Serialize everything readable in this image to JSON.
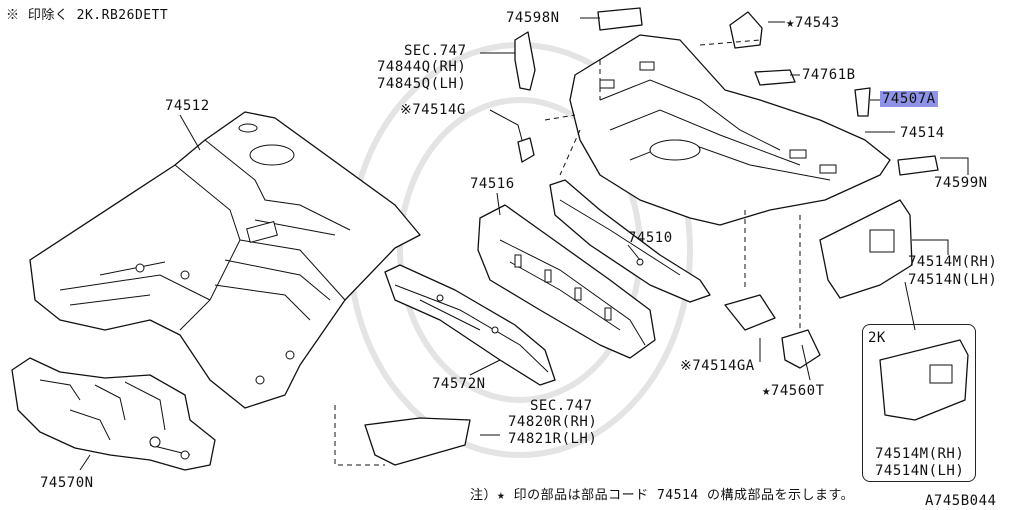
{
  "header_note": "※ 印除く 2K.RB26DETT",
  "footer_note": "注）★ 印の部品は部品コード 74514 の構成部品を示します。",
  "diagram_code": "A745B044",
  "inset_tag": "2K",
  "highlight_color": "#8f93e8",
  "labels": {
    "p74598N": "74598N",
    "p74543": "★74543",
    "sec747_top": "SEC.747",
    "p74844Q": "74844Q(RH)",
    "p74845Q": "74845Q(LH)",
    "p74761B": "74761B",
    "p74507A": "74507A",
    "p74514G": "※74514G",
    "p74512": "74512",
    "p74514": "74514",
    "p74599N": "74599N",
    "p74516": "74516",
    "p74510": "74510",
    "p74514M": "74514M(RH)",
    "p74514N": "74514N(LH)",
    "p74514GA": "※74514GA",
    "p74560T": "★74560T",
    "p74572N": "74572N",
    "sec747_bottom": "SEC.747",
    "p74820R": "74820R(RH)",
    "p74821R": "74821R(LH)",
    "p74570N": "74570N",
    "inset_74514M": "74514M(RH)",
    "inset_74514N": "74514N(LH)"
  }
}
